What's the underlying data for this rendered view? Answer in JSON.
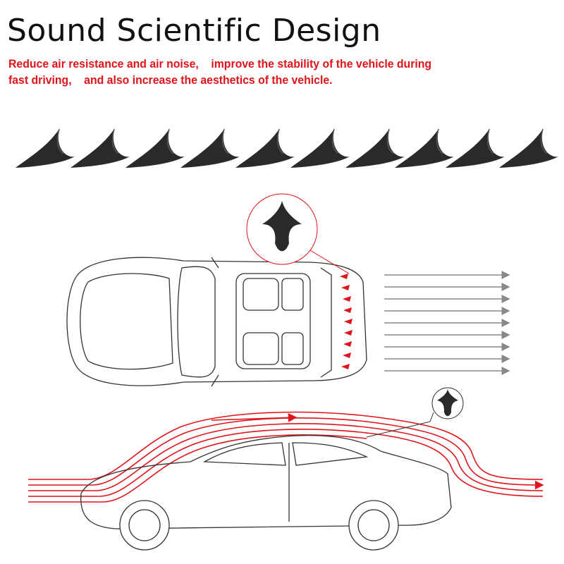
{
  "header": {
    "title": "Sound Scientific Design",
    "subtitle_line1": "Reduce air resistance and air noise,    improve the stability of the vehicle during",
    "subtitle_line2": "fast driving,    and also increase the aesthetics of the vehicle."
  },
  "colors": {
    "accent": "#e0141a",
    "fin": "#2a2a2a",
    "arrow": "#888888"
  },
  "fins": {
    "count": 10
  }
}
